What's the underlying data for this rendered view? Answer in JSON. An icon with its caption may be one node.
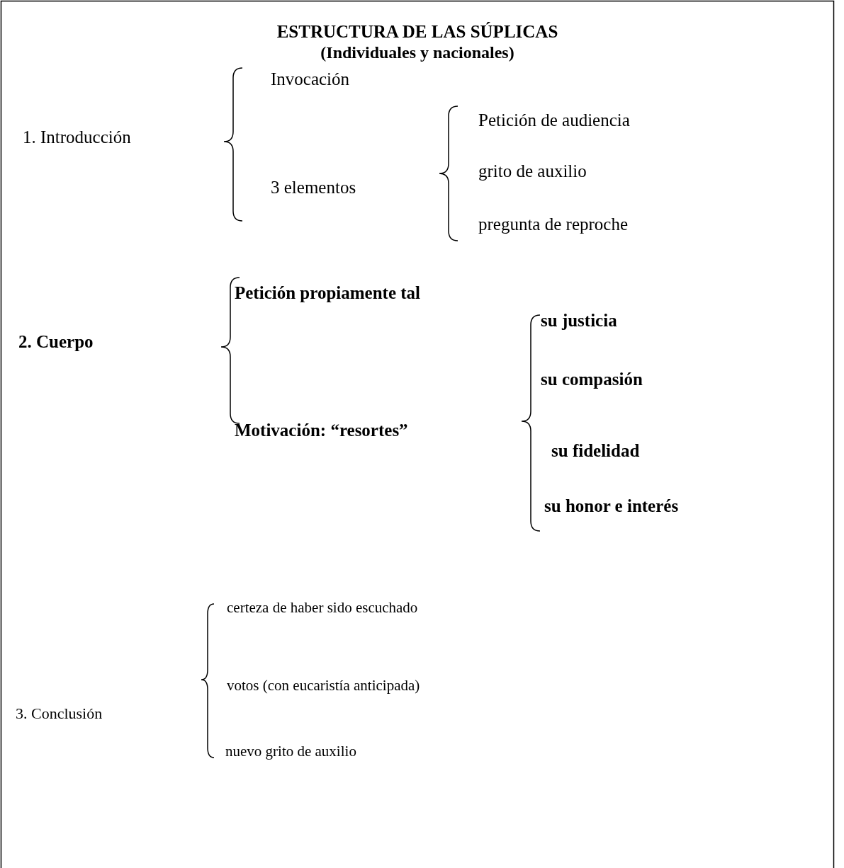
{
  "diagram": {
    "title": "ESTRUCTURA DE LAS SÚPLICAS",
    "labels": [
      "(Individuales y nacionales)",
      "Invocación",
      "1. Introducción",
      "Petición de audiencia",
      "grito de auxilio",
      "3 elementos",
      "pregunta de reproche",
      "Petición propiamente tal",
      "su justicia",
      "2. Cuerpo",
      "su compasión",
      "Motivación: “resortes”",
      "su fidelidad",
      "su honor e interés",
      "certeza de haber sido escuchado",
      "votos (con eucaristía anticipada)",
      "3. Conclusión",
      "nuevo grito de auxilio"
    ]
  }
}
